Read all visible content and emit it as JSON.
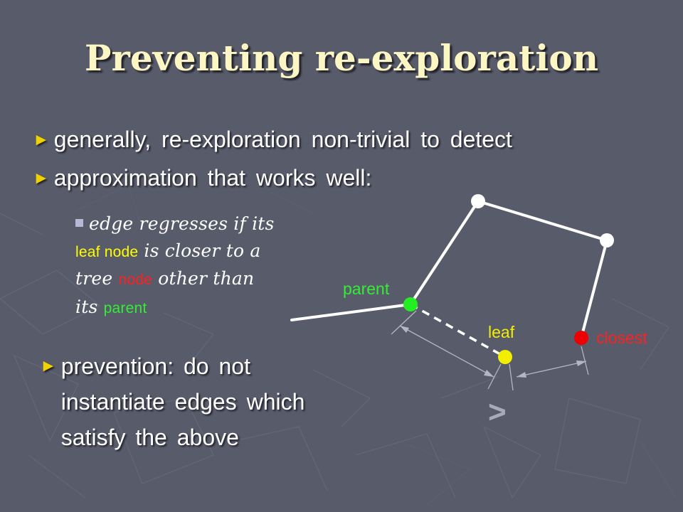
{
  "title": "Preventing re-exploration",
  "bullets": {
    "first": "generally, re-exploration non-trivial to detect",
    "second": "approximation that works well:",
    "third": "prevention: do not instantiate edges which satisfy the above",
    "marker": "►"
  },
  "sub_bullet": {
    "t1": "edge regresses if its",
    "leaf_node": "leaf node",
    "t2": "is closer to a",
    "t3": "tree",
    "node": "node",
    "t4": "other than",
    "t5": "its",
    "parent": "parent"
  },
  "diagram": {
    "labels": {
      "parent": "parent",
      "leaf": "leaf",
      "closest": "closest",
      "comparison": ">"
    },
    "colors": {
      "tree_node": "#ffffff",
      "parent": "#22ee22",
      "leaf": "#f2ee00",
      "closest": "#ee0000",
      "edge": "#ffffff",
      "dimension": "#b4b6c4"
    }
  },
  "colors": {
    "background": "#585b6a",
    "title": "#fcf6c4",
    "bullet_marker": "#f0d200"
  }
}
